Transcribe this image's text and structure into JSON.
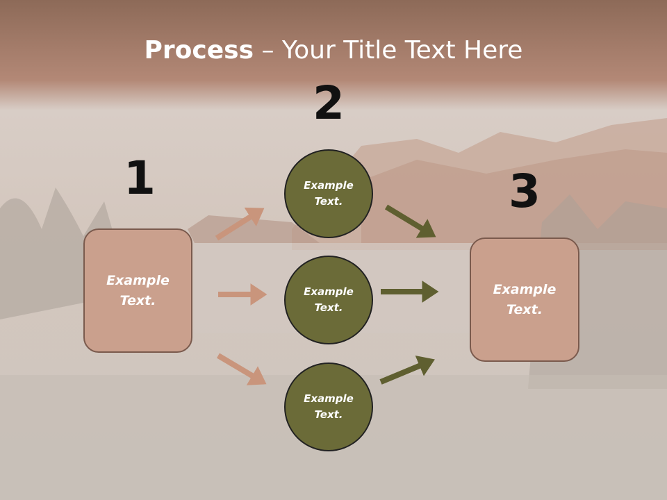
{
  "title": {
    "bold": "Process",
    "rest": " – Your Title Text Here"
  },
  "steps": [
    {
      "number": "1",
      "text": "Example Text."
    },
    {
      "number": "2",
      "circles": [
        "Example Text.",
        "Example Text.",
        "Example Text."
      ]
    },
    {
      "number": "3",
      "text": "Example Text."
    }
  ],
  "colors": {
    "box": "#caa08d",
    "circle": "#6b6b38",
    "arrow_in": "#c9957c",
    "arrow_out": "#5f5f30"
  }
}
